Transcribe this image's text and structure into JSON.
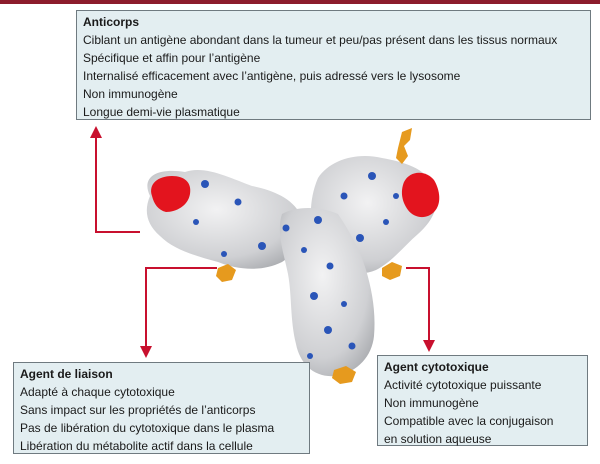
{
  "colors": {
    "top_rule": "#8c1c2c",
    "arrow": "#c8102e",
    "box_fill": "#e3eef1",
    "box_border": "#6f7a80",
    "protein_surface": "#d9dadc",
    "antigen_binding_site": "#e3141e",
    "linker_sites": "#e69a1e",
    "lysine_residues": "#2a55b8"
  },
  "anticorps": {
    "title": "Anticorps",
    "items": [
      "Ciblant un antigène abondant dans la tumeur et peu/pas présent dans les tissus normaux",
      "Spécifique et affin pour l’antigène",
      "Internalisé efficacement avec l’antigène, puis adressé vers le lysosome",
      "Non immunogène",
      "Longue demi-vie plasmatique"
    ]
  },
  "agent_liaison": {
    "title": "Agent de liaison",
    "items": [
      "Adapté à chaque cytotoxique",
      "Sans impact sur les propriétés de l’anticorps",
      "Pas de libération du cytotoxique dans le plasma",
      "Libération du métabolite actif dans la cellule"
    ]
  },
  "agent_cytotoxique": {
    "title": "Agent cytotoxique",
    "items": [
      "Activité cytotoxique puissante",
      "Non immunogène",
      "Compatible avec la conjugaison",
      "en solution aqueuse"
    ]
  }
}
